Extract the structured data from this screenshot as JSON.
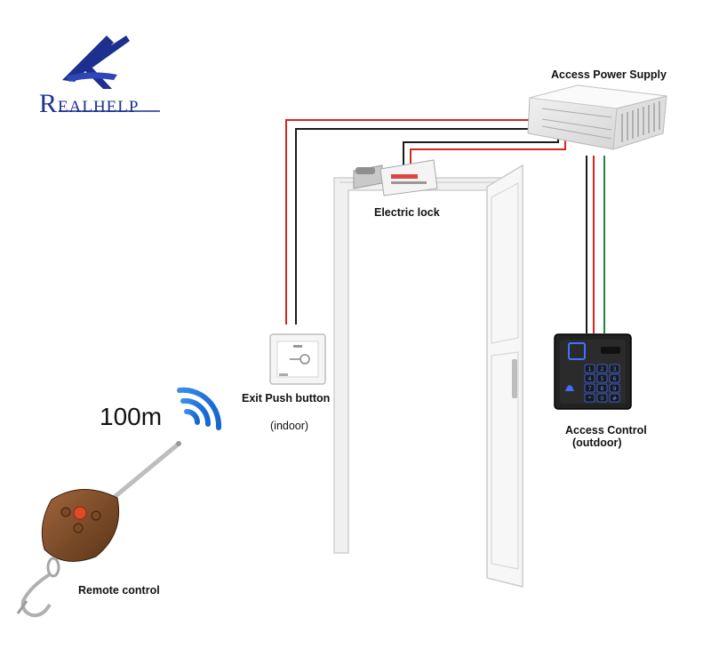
{
  "brand": {
    "initial": "R",
    "rest": "EALHELP",
    "color": "#1d2f8f"
  },
  "labels": {
    "power_supply": "Access Power Supply",
    "electric_lock": "Electric lock",
    "exit_button": "Exit Push button",
    "exit_button_note": "(indoor)",
    "access_control": "Access Control",
    "access_control_note": "(outdoor)",
    "remote": "Remote control",
    "range": "100m"
  },
  "wires": {
    "red": "#d8261c",
    "black": "#1a1a1a",
    "green": "#1f8a3a"
  },
  "keypad": {
    "keys": [
      "1",
      "2",
      "3",
      "4",
      "5",
      "6",
      "7",
      "8",
      "9",
      "*",
      "0",
      "#"
    ]
  }
}
